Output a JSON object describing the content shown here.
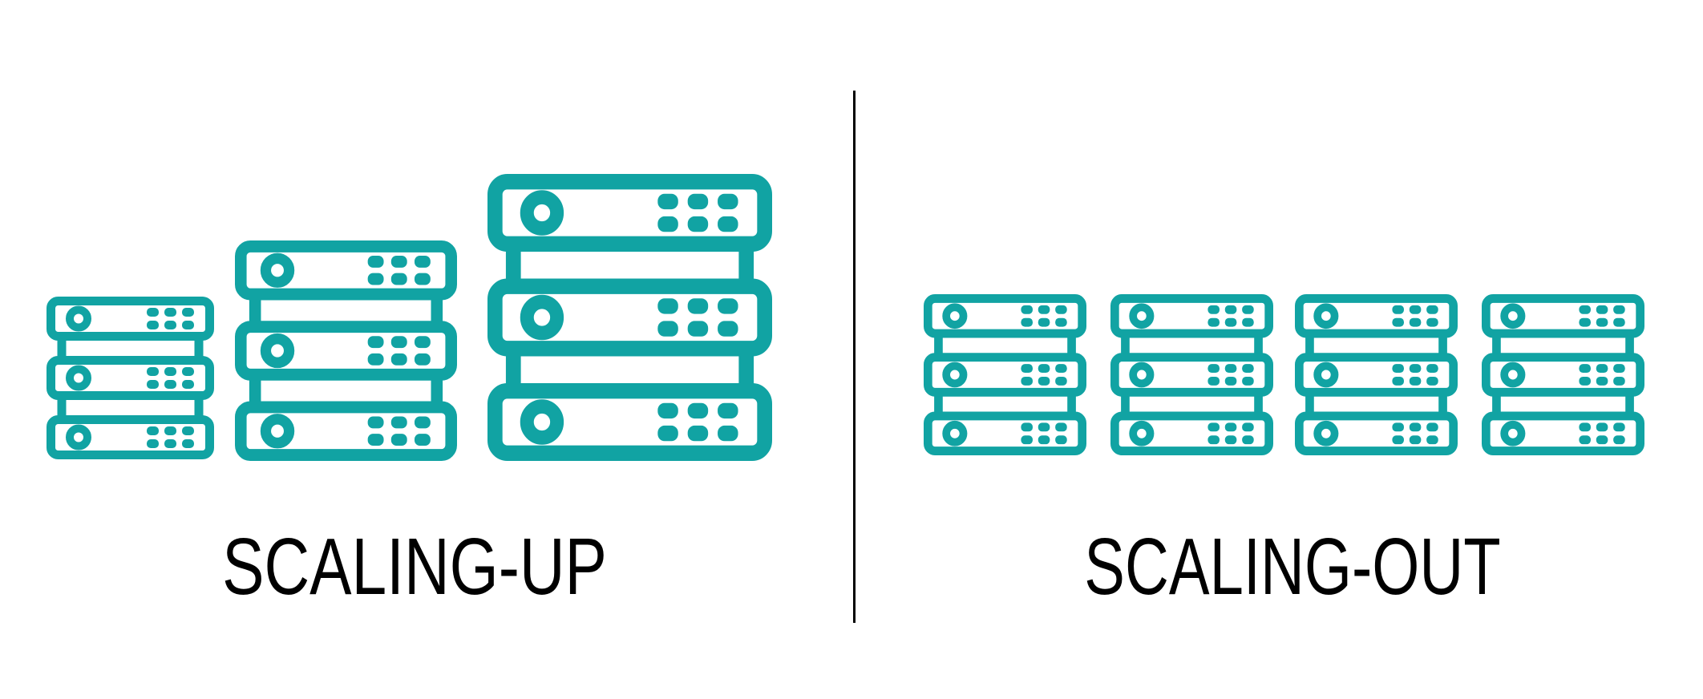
{
  "colors": {
    "accent_teal": "#11a3a3",
    "label_text": "#000000",
    "divider": "#000000"
  },
  "panels": [
    {
      "label": "SCALING-UP",
      "stack_count": 3,
      "units_per_stack": 3,
      "arrangement": "three server stacks of increasing size, bottom-aligned"
    },
    {
      "label": "SCALING-OUT",
      "stack_count": 4,
      "units_per_stack": 3,
      "arrangement": "four identical small server stacks in a row"
    }
  ],
  "icons": {
    "server_rack": "server-rack-icon"
  }
}
